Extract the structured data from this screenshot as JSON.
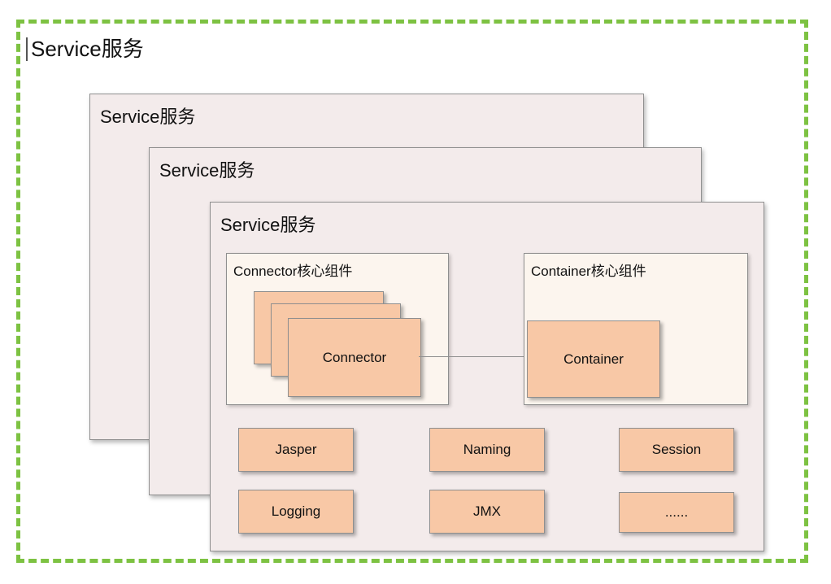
{
  "title": "Service服务",
  "layers": [
    {
      "title": "Service服务"
    },
    {
      "title": "Service服务"
    },
    {
      "title": "Service服务"
    }
  ],
  "connector_group": {
    "title": "Connector核心组件",
    "component_label": "Connector"
  },
  "container_group": {
    "title": "Container核心组件",
    "component_label": "Container"
  },
  "modules": [
    "Jasper",
    "Naming",
    "Session",
    "Logging",
    "JMX",
    "......"
  ],
  "colors": {
    "frame_dash_green": "#7dc242",
    "layer_fill": "#f3ebeb",
    "group_fill": "#fcf5ee",
    "component_fill": "#f8c8a6",
    "border_gray": "#8f8f8f",
    "text": "#1a1a1a"
  }
}
